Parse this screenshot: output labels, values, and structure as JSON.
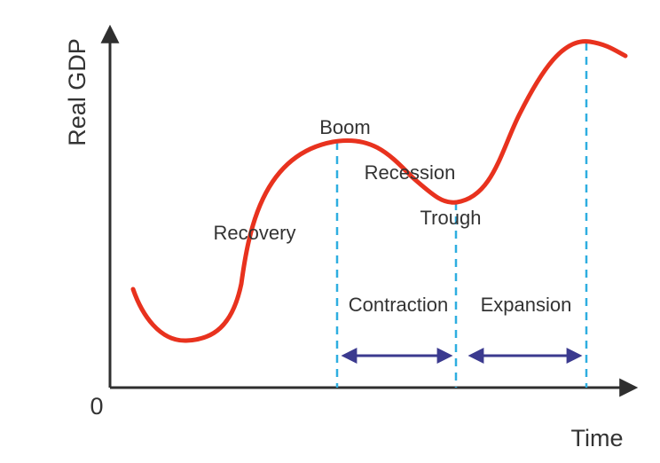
{
  "axes": {
    "y_label": "Real GDP",
    "x_label": "Time",
    "origin_label": "0"
  },
  "labels": {
    "recovery": "Recovery",
    "boom": "Boom",
    "recession": "Recession",
    "trough": "Trough",
    "contraction": "Contraction",
    "expansion": "Expansion"
  },
  "colors": {
    "curve": "#e8321e",
    "axis": "#2f2f2f",
    "guide": "#2eaee0",
    "arrow": "#3b3a8f",
    "text": "#333333"
  }
}
